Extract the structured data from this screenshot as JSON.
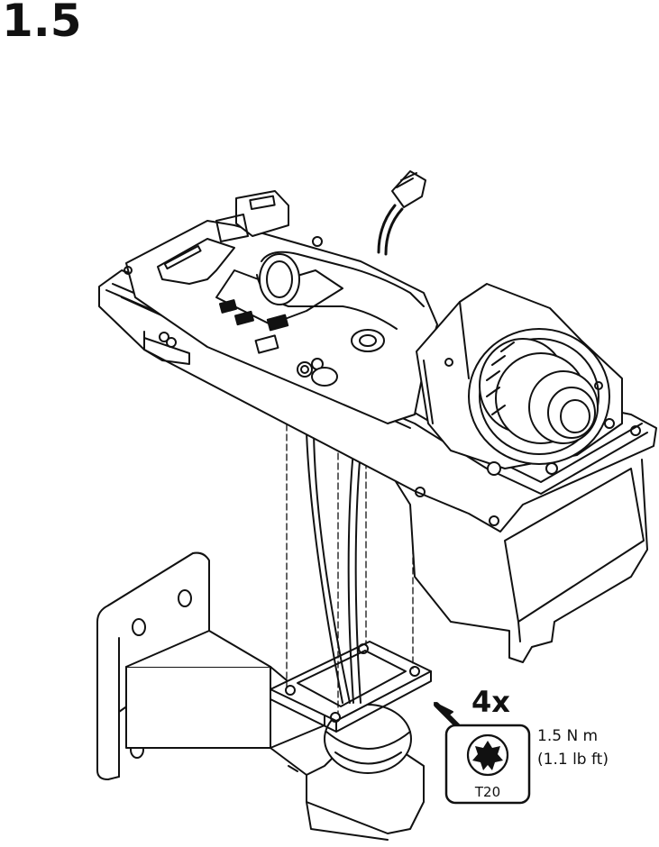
{
  "step": {
    "number": "1.5"
  },
  "callout": {
    "quantity": "4x",
    "torque_metric": "1.5 N m",
    "torque_imperial": "(1.1 lb ft)",
    "tool": "T20"
  }
}
